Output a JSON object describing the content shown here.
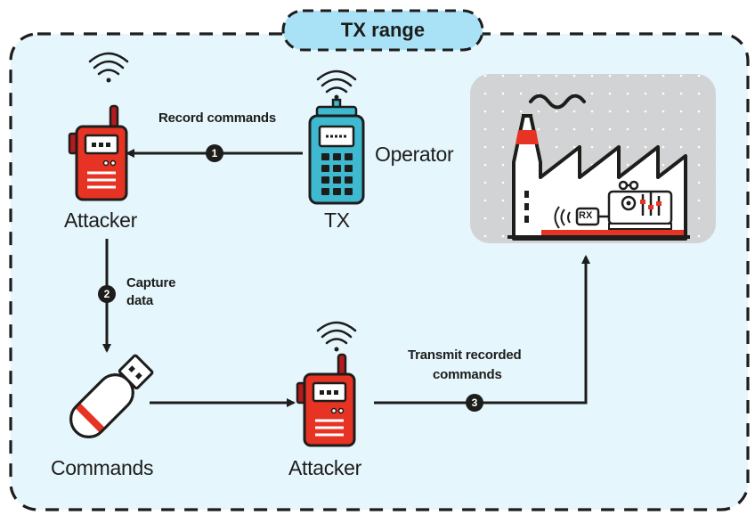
{
  "range_label": "TX range",
  "labels": {
    "attacker_top": "Attacker",
    "tx": "TX",
    "operator": "Operator",
    "commands": "Commands",
    "attacker_bottom": "Attacker",
    "rx": "RX"
  },
  "steps": [
    {
      "number": "1",
      "text": "Record commands"
    },
    {
      "number": "2",
      "text_line1": "Capture",
      "text_line2": "data"
    },
    {
      "number": "3",
      "text_line1": "Transmit recorded",
      "text_line2": "commands"
    }
  ],
  "colors": {
    "background": "#e6f6fd",
    "dashed_border": "#1d1d1b",
    "range_pill": "#a9e2f7",
    "radio_red": "#e63323",
    "radio_dark": "#b51a1d",
    "tx_blue": "#3fb9d0",
    "factory_panel": "#d2d3d5",
    "arrow": "#1d1d1b"
  }
}
